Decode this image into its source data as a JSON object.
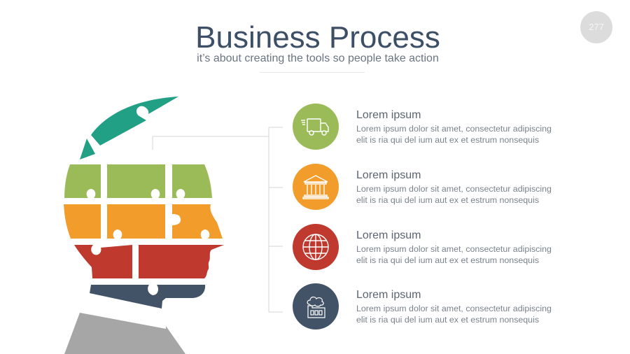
{
  "header": {
    "title": "Business Process",
    "subtitle": "it’s about creating the tools so people take action",
    "page_number": "277"
  },
  "colors": {
    "title": "#3d4f66",
    "teal": "#21a085",
    "green": "#9bbb59",
    "orange": "#f19c2b",
    "red": "#c0392f",
    "navy": "#435367",
    "gray": "#a6a6a6",
    "badge": "#dcdcdc"
  },
  "items": [
    {
      "icon": "truck-icon",
      "color": "#9bbb59",
      "title": "Lorem ipsum",
      "line1": "Lorem ipsum dolor sit amet, consectetur adipiscing",
      "line2": "elit is ria qui del ium aut ex et estrum nonsequis"
    },
    {
      "icon": "bank-icon",
      "color": "#f19c2b",
      "title": "Lorem ipsum",
      "line1": "Lorem ipsum dolor sit amet, consectetur adipiscing",
      "line2": "elit is ria qui del ium aut ex et estrum nonsequis"
    },
    {
      "icon": "globe-icon",
      "color": "#c0392f",
      "title": "Lorem ipsum",
      "line1": "Lorem ipsum dolor sit amet, consectetur adipiscing",
      "line2": "elit is ria qui del ium aut ex et estrum nonsequis"
    },
    {
      "icon": "factory-icon",
      "color": "#435367",
      "title": "Lorem ipsum",
      "line1": "Lorem ipsum dolor sit amet, consectetur adipiscing",
      "line2": "elit is ria qui del ium aut ex et estrum nonsequis"
    }
  ]
}
